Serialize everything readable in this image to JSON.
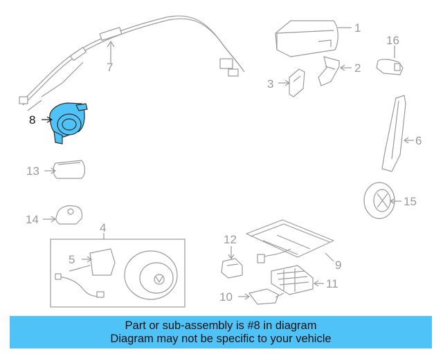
{
  "parts": {
    "p1": "1",
    "p2": "2",
    "p3": "3",
    "p4": "4",
    "p5": "5",
    "p6": "6",
    "p7": "7",
    "p8": "8",
    "p9": "9",
    "p10": "10",
    "p11": "11",
    "p12": "12",
    "p13": "13",
    "p14": "14",
    "p15": "15",
    "p16": "16"
  },
  "highlighted_part": "8",
  "colors": {
    "highlight": "#4fc3f7",
    "banner": "#4fc3f7",
    "line": "#9a9a9a"
  },
  "banner": {
    "line1": "Part or sub-assembly is #8 in diagram",
    "line2": "Diagram may not be specific to your vehicle"
  }
}
